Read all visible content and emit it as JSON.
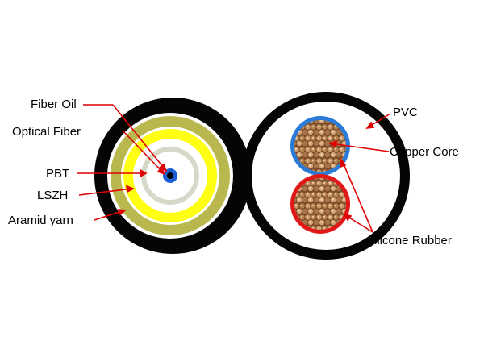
{
  "labels": {
    "fiber_oil": "Fiber Oil",
    "optical_fiber": "Optical Fiber",
    "pbt": "PBT",
    "lszh": "LSZH",
    "aramid_yarn": "Aramid yarn",
    "pvc": "PVC",
    "copper_core": "Copper Core",
    "silicone_rubber": "Silicone Rubber"
  },
  "colors": {
    "jacket": "#050505",
    "aramid": "#b8b84e",
    "lszh": "#ffff14",
    "pbt_ring": "#d8d8c8",
    "fiber_core": "#1e5fd6",
    "copper": "#b8865a",
    "blue_insulation": "#2a7ad8",
    "red_insulation": "#e01818",
    "leader": "#e00000"
  }
}
